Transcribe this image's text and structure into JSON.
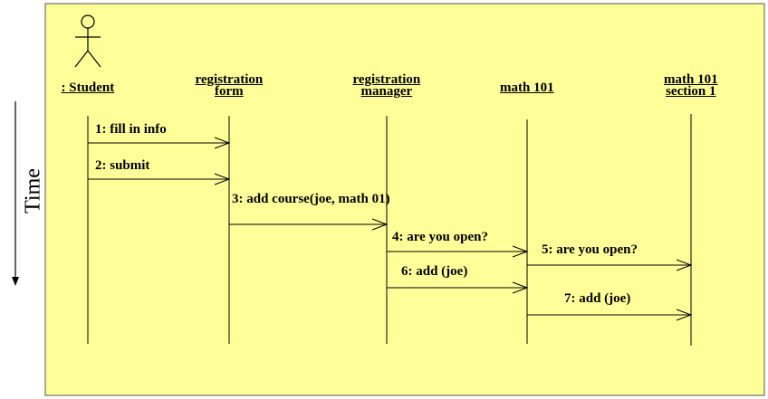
{
  "diagram": {
    "background_color": "#ffff99",
    "time_label": "Time",
    "participants": [
      {
        "id": "student",
        "lines": [
          ": Student"
        ],
        "actor": true
      },
      {
        "id": "registration-form",
        "lines": [
          "registration",
          "form"
        ]
      },
      {
        "id": "registration-manager",
        "lines": [
          "registration",
          "manager"
        ]
      },
      {
        "id": "math-101",
        "lines": [
          "math 101"
        ]
      },
      {
        "id": "math-101-section-1",
        "lines": [
          "math 101",
          "section 1"
        ]
      }
    ],
    "messages": [
      {
        "id": "msg-1",
        "text": "1: fill in info",
        "from": "student",
        "to": "registration-form"
      },
      {
        "id": "msg-2",
        "text": "2: submit",
        "from": "student",
        "to": "registration-form"
      },
      {
        "id": "msg-3",
        "text": "3: add course(joe, math 01)",
        "from": "registration-form",
        "to": "registration-manager"
      },
      {
        "id": "msg-4",
        "text": "4: are you open?",
        "from": "registration-manager",
        "to": "math-101"
      },
      {
        "id": "msg-5",
        "text": "5: are you open?",
        "from": "math-101",
        "to": "math-101-section-1"
      },
      {
        "id": "msg-6",
        "text": "6: add (joe)",
        "from": "registration-manager",
        "to": "math-101"
      },
      {
        "id": "msg-7",
        "text": "7: add (joe)",
        "from": "math-101",
        "to": "math-101-section-1"
      }
    ]
  }
}
